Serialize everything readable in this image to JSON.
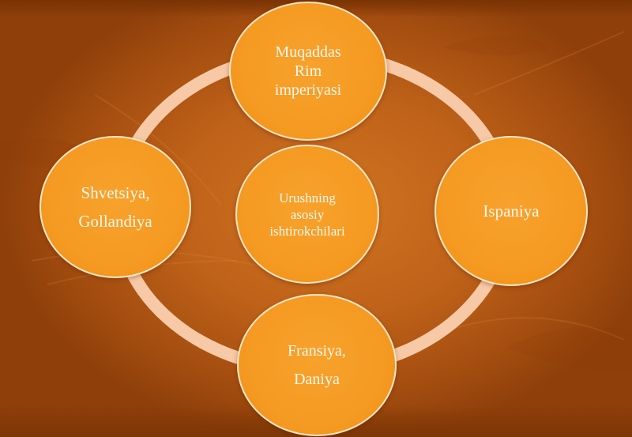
{
  "diagram": {
    "center_label": "Urushning\nasosiy\nishtirokchilari",
    "nodes": {
      "top": "Muqaddas\nRim\nimperiyasi",
      "left": "Shvetsiya,\nGollandiya",
      "right": "Ispaniya",
      "bottom": "Fransiya,\nDaniya"
    },
    "colors": {
      "node_fill": "#f59a22",
      "ring": "#f7c9a6",
      "background": "#b85a14"
    }
  }
}
